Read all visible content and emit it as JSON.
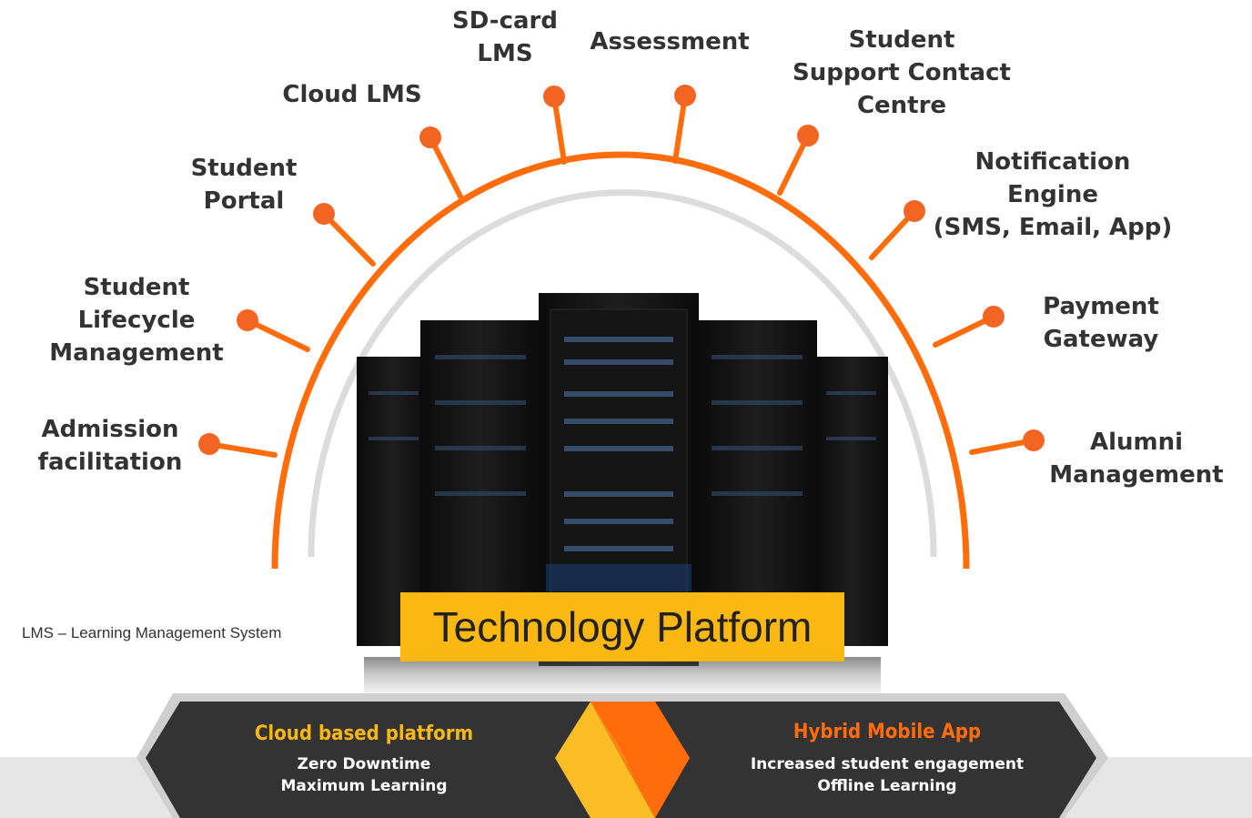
{
  "nodes": [
    {
      "lines": [
        "Admission",
        "facilitation"
      ]
    },
    {
      "lines": [
        "Student",
        "Lifecycle",
        "Management"
      ]
    },
    {
      "lines": [
        "Student",
        "Portal"
      ]
    },
    {
      "lines": [
        "Cloud LMS"
      ]
    },
    {
      "lines": [
        "SD-card",
        "LMS"
      ]
    },
    {
      "lines": [
        "Assessment"
      ]
    },
    {
      "lines": [
        "Student",
        "Support Contact",
        "Centre"
      ]
    },
    {
      "lines": [
        "Notification",
        "Engine",
        "(SMS, Email, App)"
      ]
    },
    {
      "lines": [
        "Payment",
        "Gateway"
      ]
    },
    {
      "lines": [
        "Alumni",
        "Management"
      ]
    }
  ],
  "center_title": "Technology Platform",
  "footnote": "LMS – Learning Management System",
  "features": {
    "left": {
      "title": "Cloud based platform",
      "lines": [
        "Zero Downtime",
        "Maximum Learning"
      ]
    },
    "right": {
      "title": "Hybrid Mobile App",
      "lines": [
        "Increased student engagement",
        "Offline Learning"
      ]
    }
  },
  "colors": {
    "arc": "#fe6c0b",
    "node": "#f26522",
    "highlight": "#fbb813",
    "left_title": "#fbb813",
    "right_title": "#fe6c0b",
    "banner": "#333333",
    "ground": "#e6e6e6"
  }
}
